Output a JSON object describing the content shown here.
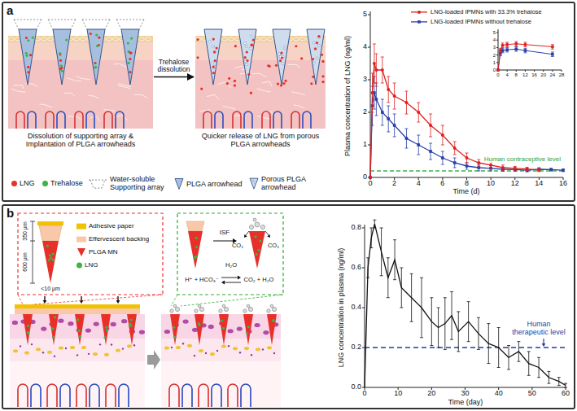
{
  "diagram": {
    "nodes": [
      {
        "text": [
          "a"
        ]
      },
      {
        "text": [
          "Dissolution of supporting array & Implantation of PLGA arrowheads"
        ],
        "in": 0
      },
      {
        "text": [
          "Quicker release of LNG from porous PLGA arrowheads"
        ],
        "in": 0
      },
      {
        "text": [
          "b"
        ]
      }
    ],
    "edges": [
      {
        "from": 1,
        "to": 2,
        "arrow": "to",
        "label": "Trehalose dissolution"
      }
    ],
    "labels": [
      "Plasma concentration of LNG (ng/ml)",
      "Time (d)",
      "0",
      "1",
      "2",
      "3",
      "4",
      "5",
      "0",
      "2",
      "4",
      "6",
      "8",
      "10",
      "12",
      "14",
      "16",
      "Human contraceptive level",
      "0",
      "1",
      "2",
      "3",
      "4",
      "5",
      "0",
      "4",
      "8",
      "12",
      "16",
      "20",
      "24",
      "28",
      "350 μm",
      "600 μm",
      "<10 μm",
      "ISF",
      "CO₂",
      "CO₂",
      "H⁺ + HCO₃⁻",
      "H₂O",
      "CO₂ + H₂O",
      "LNG concentration in plasma (ng/ml)",
      "Time (day)",
      "0.0",
      "0.2",
      "0.4",
      "0.6",
      "0.8",
      "0",
      "10",
      "20",
      "30",
      "40",
      "50",
      "60",
      "Human therapeutic level"
    ],
    "legend": [
      {
        "text": "LNG",
        "color": "#e8302a"
      },
      {
        "text": "Trehalose",
        "color": "#3cb44a"
      },
      {
        "text": "Water-soluble Supporting array"
      },
      {
        "text": "PLGA arrowhead"
      },
      {
        "text": "Porous PLGA arrowhead"
      },
      {
        "text": "LNG-loaded IPMNs with 33.3% trehalose"
      },
      {
        "text": "LNG-loaded IPMNs without trehalose"
      },
      {
        "text": "Adhesive paper",
        "color": "#f2c200"
      },
      {
        "text": "Effervescent backing",
        "color": "#f8c8a8"
      },
      {
        "text": "PLGA MN"
      },
      {
        "text": "LNG",
        "color": "#3cb44a"
      }
    ]
  }
}
